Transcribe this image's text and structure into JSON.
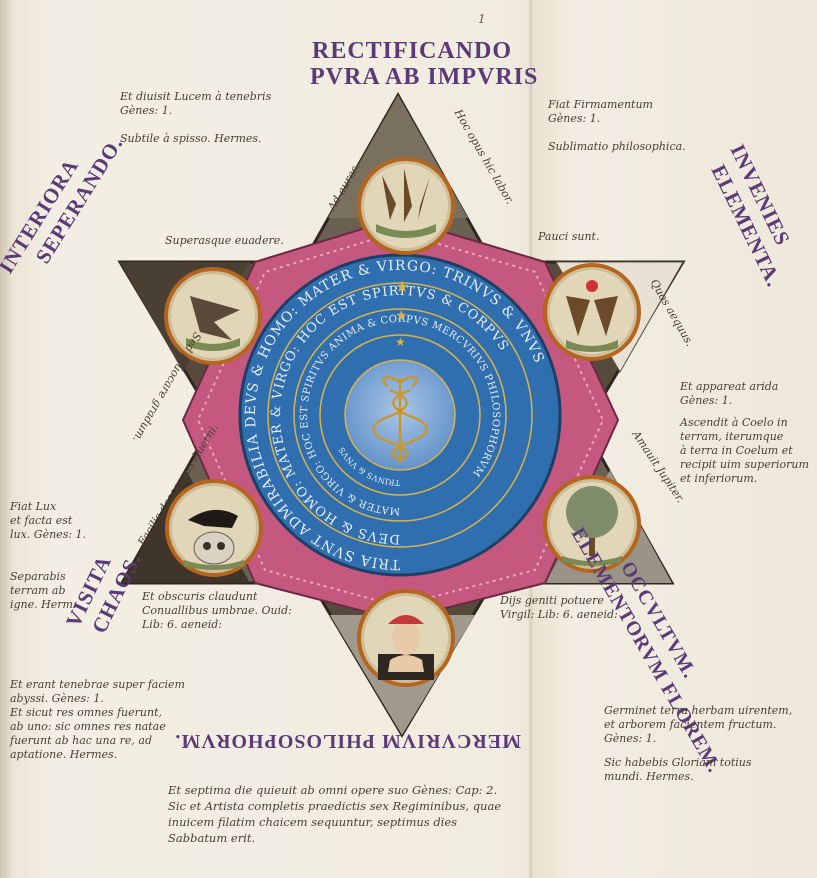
{
  "page_number": "1",
  "top_title": [
    "RECTIFICANDO",
    "PVRA AB IMPVRIS"
  ],
  "left_title": [
    "INTERIORA",
    "SEPERANDO."
  ],
  "right_title": [
    "INVENIES",
    "ELEMENTA."
  ],
  "bottom_left_title": [
    "VISITA",
    "CHAOS."
  ],
  "bottom_right_title": [
    "OCCVLTVM.",
    "ELEMENTORVM FLOREM."
  ],
  "bottom_title": "MERCVRIVM PHILOSOPHORVM.",
  "ring_texts": {
    "outer": "TRIA SVNT ADMIRABILIA DEVS & HOMO: MATER & VIRGO: TRINVS & VNVS",
    "second": "DEVS & HOMO: MATER & VIRGO: HOC EST SPIRITVS & CORPVS",
    "third": "MATER & VIRGO: HOC EST SPIRITVS ANIMA & CORPVS MERCVRIVS PHILOSOPHORVM",
    "inner": "TRINVS & VNVS"
  },
  "point_labels": {
    "top_left": "Ad auras.",
    "top_right": "Hoc opus hic labor.",
    "right_upper": "Pauci sunt.",
    "left_upper": "Superasque euadere.",
    "left_side": "Sed reuocare gradum.",
    "left_lower": "Facilis descensus Auerni.",
    "right_side": "Quos aequus.",
    "right_lower": "Amauit Jupiter."
  },
  "notes": {
    "top_left": [
      "Et diuisit Lucem à tenebris",
      "Gènes: 1.",
      "Subtile à spisso. Hermes."
    ],
    "top_right": [
      "Fiat Firmamentum",
      "Gènes: 1.",
      "Sublimatio philosophica."
    ],
    "mid_right": [
      "Et appareat arida",
      "Gènes: 1.",
      "Ascendit à Coelo in",
      "terram, iterumque",
      "à terra in Coelum et",
      "recipit uim superiorum",
      "et inferiorum."
    ],
    "mid_left": [
      "Fiat Lux",
      "et facta est",
      "lux. Gènes: 1."
    ],
    "left_lower": [
      "Separabis",
      "terram ab",
      "igne. Herm:"
    ],
    "bottom_left_mid": [
      "Et obscuris claudunt",
      "Conuallibus umbrae. Ouid:",
      "Lib: 6. aeneid:"
    ],
    "bottom_right_mid": [
      "Dijs geniti potuere",
      "Virgil: Lib: 6. aeneid:"
    ],
    "bottom_left": [
      "Et erant tenebrae super faciem",
      "abyssi. Gènes: 1.",
      "Et sicut res omnes fuerunt,",
      "ab uno: sic omnes res natae",
      "fuerunt ab hac una re, ad",
      "aptatione. Hermes."
    ],
    "bottom_right": [
      "Germinet terra herbam uirentem,",
      "et arborem facientem fructum.",
      "Gènes: 1.",
      "Sic habebis Gloriam totius",
      "mundi. Hermes."
    ],
    "bottom": [
      "Et septima die quieuit ab omni opere suo Gènes: Cap: 2.",
      "Sic et Artista completis praedictis sex Regiminibus, quae",
      "inuicem filatim chaicem sequuntur, septimus dies",
      "Sabbatum erit."
    ]
  },
  "colors": {
    "blue_disc": "#2f6fb0",
    "pink_border": "#c4587e",
    "dark_point": "#4a3f33",
    "gold": "#d8b24a",
    "purple_ink": "#5a3b78"
  }
}
